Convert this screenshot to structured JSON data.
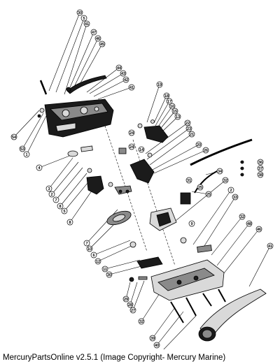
{
  "caption": "MercuryPartsOnline v2.5.1 (Image Copyright- Mercury Marine)",
  "callouts": [
    {
      "id": "c1",
      "n": "30"
    },
    {
      "id": "c2",
      "n": "5"
    },
    {
      "id": "c3",
      "n": "41"
    },
    {
      "id": "c4",
      "n": "47"
    },
    {
      "id": "c5",
      "n": "46"
    },
    {
      "id": "c6",
      "n": "45"
    },
    {
      "id": "c7",
      "n": "44"
    },
    {
      "id": "c8",
      "n": "43"
    },
    {
      "id": "c9",
      "n": "42"
    },
    {
      "id": "c10",
      "n": "41"
    },
    {
      "id": "c11",
      "n": "19"
    },
    {
      "id": "c12",
      "n": "18"
    },
    {
      "id": "c13",
      "n": "17"
    },
    {
      "id": "c14",
      "n": "16"
    },
    {
      "id": "c15",
      "n": "15"
    },
    {
      "id": "c16",
      "n": "13"
    },
    {
      "id": "c17",
      "n": "22"
    },
    {
      "id": "c18",
      "n": "23"
    },
    {
      "id": "c19",
      "n": "21"
    },
    {
      "id": "c20",
      "n": "20"
    },
    {
      "id": "c21",
      "n": "26"
    },
    {
      "id": "c22",
      "n": "24"
    },
    {
      "id": "c23",
      "n": "36"
    },
    {
      "id": "c24",
      "n": "37"
    },
    {
      "id": "c25",
      "n": "38"
    },
    {
      "id": "c26",
      "n": "34"
    },
    {
      "id": "c27",
      "n": "25"
    },
    {
      "id": "c28",
      "n": "2"
    },
    {
      "id": "c29",
      "n": "33"
    },
    {
      "id": "c30",
      "n": "32"
    },
    {
      "id": "c31",
      "n": "48"
    },
    {
      "id": "c32",
      "n": "46"
    },
    {
      "id": "c33",
      "n": "41"
    },
    {
      "id": "c34",
      "n": "54"
    },
    {
      "id": "c35",
      "n": "53"
    },
    {
      "id": "c36",
      "n": "1"
    },
    {
      "id": "c37",
      "n": "4"
    },
    {
      "id": "c38",
      "n": "3"
    },
    {
      "id": "c39",
      "n": "2"
    },
    {
      "id": "c40",
      "n": "7"
    },
    {
      "id": "c41",
      "n": "8"
    },
    {
      "id": "c42",
      "n": "5"
    },
    {
      "id": "c43",
      "n": "8"
    },
    {
      "id": "c44",
      "n": "7"
    },
    {
      "id": "c45",
      "n": "10"
    },
    {
      "id": "c46",
      "n": "6"
    },
    {
      "id": "c47",
      "n": "12"
    },
    {
      "id": "c48",
      "n": "11"
    },
    {
      "id": "c49",
      "n": "30"
    },
    {
      "id": "c50",
      "n": "29"
    },
    {
      "id": "c51",
      "n": "28"
    },
    {
      "id": "c52",
      "n": "27"
    },
    {
      "id": "c53",
      "n": "32"
    },
    {
      "id": "c54",
      "n": "39"
    },
    {
      "id": "c55",
      "n": "40"
    },
    {
      "id": "c56",
      "n": "24"
    },
    {
      "id": "c57",
      "n": "14"
    },
    {
      "id": "c58",
      "n": "31"
    },
    {
      "id": "c59",
      "n": "25"
    },
    {
      "id": "c60",
      "n": "32"
    },
    {
      "id": "c61",
      "n": "9"
    }
  ]
}
